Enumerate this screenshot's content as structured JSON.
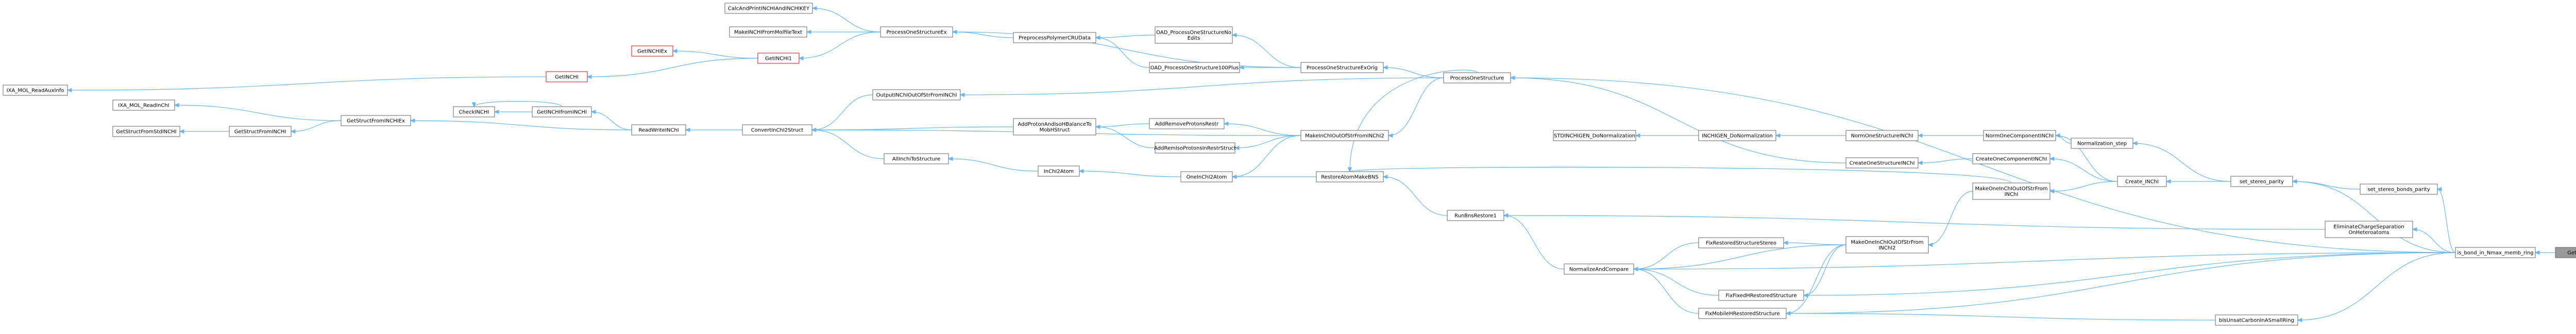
{
  "nodes": {
    "CalcAndPrintINCHIAndINCHIKEY": {
      "label": "CalcAndPrintINCHIAndINCHIKEY",
      "interactable": true,
      "style": "normal"
    },
    "MakeINCHIFromMolfileText": {
      "label": "MakeINCHIFromMolfileText",
      "interactable": true,
      "style": "normal"
    },
    "ProcessOneStructureEx": {
      "label": "ProcessOneStructureEx",
      "interactable": true,
      "style": "normal"
    },
    "GetINCHIEx": {
      "label": "GetINCHIEx",
      "interactable": true,
      "style": "red"
    },
    "GetINCHI1": {
      "label": "GetINCHI1",
      "interactable": true,
      "style": "red"
    },
    "GetINCHI": {
      "label": "GetINCHI",
      "interactable": true,
      "style": "red"
    },
    "PreprocessPolymerCRUData": {
      "label": "PreprocessPolymerCRUData",
      "interactable": true,
      "style": "normal"
    },
    "OAD_ProcessOneStructureNoEdits": {
      "label": "OAD_ProcessOneStructureNo\nEdits",
      "interactable": true,
      "style": "normal"
    },
    "OAD_ProcessOneStructure100Plus": {
      "label": "OAD_ProcessOneStructure100Plus",
      "interactable": true,
      "style": "normal"
    },
    "ProcessOneStructureExOrig": {
      "label": "ProcessOneStructureExOrig",
      "interactable": true,
      "style": "normal"
    },
    "ProcessOneStructure": {
      "label": "ProcessOneStructure",
      "interactable": true,
      "style": "normal"
    },
    "OutputINChIOutOfStrFromINChI": {
      "label": "OutputINChIOutOfStrFromINChI",
      "interactable": true,
      "style": "normal"
    },
    "IXA_MOL_ReadAuxInfo": {
      "label": "IXA_MOL_ReadAuxInfo",
      "interactable": true,
      "style": "normal"
    },
    "IXA_MOL_ReadInChI": {
      "label": "IXA_MOL_ReadInChI",
      "interactable": true,
      "style": "normal"
    },
    "GetStructFromINCHIEx": {
      "label": "GetStructFromINCHIEx",
      "interactable": true,
      "style": "normal"
    },
    "GetStructFromINCHI": {
      "label": "GetStructFromINCHI",
      "interactable": true,
      "style": "normal"
    },
    "GetStructFromStdINCHI": {
      "label": "GetStructFromStdINCHI",
      "interactable": true,
      "style": "normal"
    },
    "CheckINCHI": {
      "label": "CheckINCHI",
      "interactable": true,
      "style": "normal"
    },
    "GetINCHIfromINCHI": {
      "label": "GetINCHIfromINCHI",
      "interactable": true,
      "style": "normal"
    },
    "ReadWriteINChI": {
      "label": "ReadWriteINChI",
      "interactable": true,
      "style": "normal"
    },
    "ConvertInChI2Struct": {
      "label": "ConvertInChI2Struct",
      "interactable": true,
      "style": "normal"
    },
    "AllInchiToStructure": {
      "label": "AllInchiToStructure",
      "interactable": true,
      "style": "normal"
    },
    "InChI2Atom": {
      "label": "InChI2Atom",
      "interactable": true,
      "style": "normal"
    },
    "AddProtonAndIsoHBalanceToMobHStruct": {
      "label": "AddProtonAndIsoHBalanceTo\nMobHStruct",
      "interactable": true,
      "style": "normal"
    },
    "AddRemoveProtonsRestr": {
      "label": "AddRemoveProtonsRestr",
      "interactable": true,
      "style": "normal"
    },
    "AddRemIsoProtonsInRestrStruct": {
      "label": "AddRemIsoProtonsInRestrStruct",
      "interactable": true,
      "style": "normal"
    },
    "MakeInChIOutOfStrFromINChI2": {
      "label": "MakeInChIOutOfStrFromINChI2",
      "interactable": true,
      "style": "normal"
    },
    "OneInChI2Atom": {
      "label": "OneInChI2Atom",
      "interactable": true,
      "style": "normal"
    },
    "RestoreAtomMakeBNS": {
      "label": "RestoreAtomMakeBNS",
      "interactable": true,
      "style": "normal"
    },
    "RunBnsRestore1": {
      "label": "RunBnsRestore1",
      "interactable": true,
      "style": "normal"
    },
    "NormalizeAndCompare": {
      "label": "NormalizeAndCompare",
      "interactable": true,
      "style": "normal"
    },
    "FixRestoredStructureStereo": {
      "label": "FixRestoredStructureStereo",
      "interactable": true,
      "style": "normal"
    },
    "FixFixedHRestoredStructure": {
      "label": "FixFixedHRestoredStructure",
      "interactable": true,
      "style": "normal"
    },
    "FixMobileHRestoredStructure": {
      "label": "FixMobileHRestoredStructure",
      "interactable": true,
      "style": "normal"
    },
    "MakeOneInChIOutOfStrFromINChI2": {
      "label": "MakeOneInChIOutOfStrFrom\nINChI2",
      "interactable": true,
      "style": "normal"
    },
    "STDINCHIGEN_DoNormalization": {
      "label": "STDINCHIGEN_DoNormalization",
      "interactable": true,
      "style": "normal"
    },
    "INCHIGEN_DoNormalization": {
      "label": "INCHIGEN_DoNormalization",
      "interactable": true,
      "style": "normal"
    },
    "NormOneStructureINChI": {
      "label": "NormOneStructureINChI",
      "interactable": true,
      "style": "normal"
    },
    "NormOneComponentINChI": {
      "label": "NormOneComponentINChI",
      "interactable": true,
      "style": "normal"
    },
    "CreateOneStructureINChI": {
      "label": "CreateOneStructureINChI",
      "interactable": true,
      "style": "normal"
    },
    "CreateOneComponentINChI": {
      "label": "CreateOneComponentINChI",
      "interactable": true,
      "style": "normal"
    },
    "MakeOneInChIOutOfStrFromINChI": {
      "label": "MakeOneInChIOutOfStrFrom\nINChI",
      "interactable": true,
      "style": "normal"
    },
    "Normalization_step": {
      "label": "Normalization_step",
      "interactable": true,
      "style": "normal"
    },
    "Create_INChI": {
      "label": "Create_INChI",
      "interactable": true,
      "style": "normal"
    },
    "set_stereo_parity": {
      "label": "set_stereo_parity",
      "interactable": true,
      "style": "normal"
    },
    "set_stereo_bonds_parity": {
      "label": "set_stereo_bonds_parity",
      "interactable": true,
      "style": "normal"
    },
    "EliminateChargeSeparationOnHeteroatoms": {
      "label": "EliminateChargeSeparation\nOnHeteroatoms",
      "interactable": true,
      "style": "normal"
    },
    "bIsUnsatCarbonInASmallRing": {
      "label": "bIsUnsatCarbonInASmallRing",
      "interactable": true,
      "style": "normal"
    },
    "is_bond_in_Nmax_memb_ring": {
      "label": "is_bond_in_Nmax_memb_ring",
      "interactable": true,
      "style": "normal"
    },
    "GetMinRingSize": {
      "label": "GetMinRingSize",
      "interactable": false,
      "style": "selected"
    }
  },
  "edges": [
    [
      "CalcAndPrintINCHIAndINCHIKEY",
      "ProcessOneStructureEx"
    ],
    [
      "MakeINCHIFromMolfileText",
      "ProcessOneStructureEx"
    ],
    [
      "GetINCHI1",
      "ProcessOneStructureEx"
    ],
    [
      "GetINCHIEx",
      "GetINCHI1"
    ],
    [
      "GetINCHI",
      "GetINCHI1"
    ],
    [
      "IXA_MOL_ReadAuxInfo",
      "GetINCHI"
    ],
    [
      "ProcessOneStructureEx",
      "PreprocessPolymerCRUData"
    ],
    [
      "ProcessOneStructureEx",
      "ProcessOneStructureExOrig"
    ],
    [
      "PreprocessPolymerCRUData",
      "OAD_ProcessOneStructureNoEdits"
    ],
    [
      "PreprocessPolymerCRUData",
      "OAD_ProcessOneStructure100Plus"
    ],
    [
      "OAD_ProcessOneStructureNoEdits",
      "ProcessOneStructureExOrig"
    ],
    [
      "OAD_ProcessOneStructure100Plus",
      "ProcessOneStructureExOrig"
    ],
    [
      "ProcessOneStructureExOrig",
      "ProcessOneStructure"
    ],
    [
      "OutputINChIOutOfStrFromINChI",
      "ProcessOneStructure"
    ],
    [
      "IXA_MOL_ReadInChI",
      "GetStructFromINCHIEx"
    ],
    [
      "GetStructFromINCHI",
      "GetStructFromINCHIEx"
    ],
    [
      "GetStructFromStdINCHI",
      "GetStructFromINCHI"
    ],
    [
      "GetStructFromINCHIEx",
      "ReadWriteINChI"
    ],
    [
      "CheckINCHI",
      "GetINCHIfromINCHI"
    ],
    [
      "GetINCHIfromINCHI",
      "CheckINCHI"
    ],
    [
      "GetINCHIfromINCHI",
      "ReadWriteINChI"
    ],
    [
      "ReadWriteINChI",
      "ConvertInChI2Struct"
    ],
    [
      "ConvertInChI2Struct",
      "OutputINChIOutOfStrFromINChI"
    ],
    [
      "ConvertInChI2Struct",
      "AddProtonAndIsoHBalanceToMobHStruct"
    ],
    [
      "ConvertInChI2Struct",
      "AllInchiToStructure"
    ],
    [
      "ConvertInChI2Struct",
      "MakeInChIOutOfStrFromINChI2"
    ],
    [
      "AllInchiToStructure",
      "InChI2Atom"
    ],
    [
      "InChI2Atom",
      "OneInChI2Atom"
    ],
    [
      "AddProtonAndIsoHBalanceToMobHStruct",
      "AddRemoveProtonsRestr"
    ],
    [
      "AddProtonAndIsoHBalanceToMobHStruct",
      "AddRemIsoProtonsInRestrStruct"
    ],
    [
      "AddRemoveProtonsRestr",
      "MakeInChIOutOfStrFromINChI2"
    ],
    [
      "AddRemIsoProtonsInRestrStruct",
      "MakeInChIOutOfStrFromINChI2"
    ],
    [
      "OneInChI2Atom",
      "MakeInChIOutOfStrFromINChI2"
    ],
    [
      "OneInChI2Atom",
      "RestoreAtomMakeBNS"
    ],
    [
      "MakeInChIOutOfStrFromINChI2",
      "ProcessOneStructure"
    ],
    [
      "RestoreAtomMakeBNS",
      "RunBnsRestore1"
    ],
    [
      "RunBnsRestore1",
      "NormalizeAndCompare"
    ],
    [
      "NormalizeAndCompare",
      "FixRestoredStructureStereo"
    ],
    [
      "NormalizeAndCompare",
      "FixFixedHRestoredStructure"
    ],
    [
      "NormalizeAndCompare",
      "FixMobileHRestoredStructure"
    ],
    [
      "NormalizeAndCompare",
      "MakeOneInChIOutOfStrFromINChI2"
    ],
    [
      "FixRestoredStructureStereo",
      "MakeOneInChIOutOfStrFromINChI2"
    ],
    [
      "FixFixedHRestoredStructure",
      "MakeOneInChIOutOfStrFromINChI2"
    ],
    [
      "FixMobileHRestoredStructure",
      "MakeOneInChIOutOfStrFromINChI2"
    ],
    [
      "MakeOneInChIOutOfStrFromINChI2",
      "MakeOneInChIOutOfStrFromINChI"
    ],
    [
      "ProcessOneStructure",
      "CreateOneStructureINChI"
    ],
    [
      "ProcessOneStructure",
      "RestoreAtomMakeBNS"
    ],
    [
      "STDINCHIGEN_DoNormalization",
      "INCHIGEN_DoNormalization"
    ],
    [
      "INCHIGEN_DoNormalization",
      "NormOneStructureINChI"
    ],
    [
      "NormOneStructureINChI",
      "NormOneComponentINChI"
    ],
    [
      "CreateOneStructureINChI",
      "CreateOneComponentINChI"
    ],
    [
      "NormOneComponentINChI",
      "Normalization_step"
    ],
    [
      "NormOneComponentINChI",
      "Create_INChI"
    ],
    [
      "CreateOneComponentINChI",
      "Create_INChI"
    ],
    [
      "MakeOneInChIOutOfStrFromINChI",
      "Create_INChI"
    ],
    [
      "MakeOneInChIOutOfStrFromINChI",
      "RestoreAtomMakeBNS"
    ],
    [
      "Normalization_step",
      "set_stereo_parity"
    ],
    [
      "Create_INChI",
      "set_stereo_parity"
    ],
    [
      "set_stereo_parity",
      "set_stereo_bonds_parity"
    ],
    [
      "set_stereo_parity",
      "is_bond_in_Nmax_memb_ring"
    ],
    [
      "set_stereo_bonds_parity",
      "is_bond_in_Nmax_memb_ring"
    ],
    [
      "EliminateChargeSeparationOnHeteroatoms",
      "is_bond_in_Nmax_memb_ring"
    ],
    [
      "RunBnsRestore1",
      "EliminateChargeSeparationOnHeteroatoms"
    ],
    [
      "bIsUnsatCarbonInASmallRing",
      "is_bond_in_Nmax_memb_ring"
    ],
    [
      "FixMobileHRestoredStructure",
      "bIsUnsatCarbonInASmallRing"
    ],
    [
      "FixFixedHRestoredStructure",
      "is_bond_in_Nmax_memb_ring"
    ],
    [
      "NormalizeAndCompare",
      "is_bond_in_Nmax_memb_ring"
    ],
    [
      "FixMobileHRestoredStructure",
      "is_bond_in_Nmax_memb_ring"
    ],
    [
      "ProcessOneStructure",
      "is_bond_in_Nmax_memb_ring"
    ],
    [
      "is_bond_in_Nmax_memb_ring",
      "GetMinRingSize"
    ]
  ]
}
